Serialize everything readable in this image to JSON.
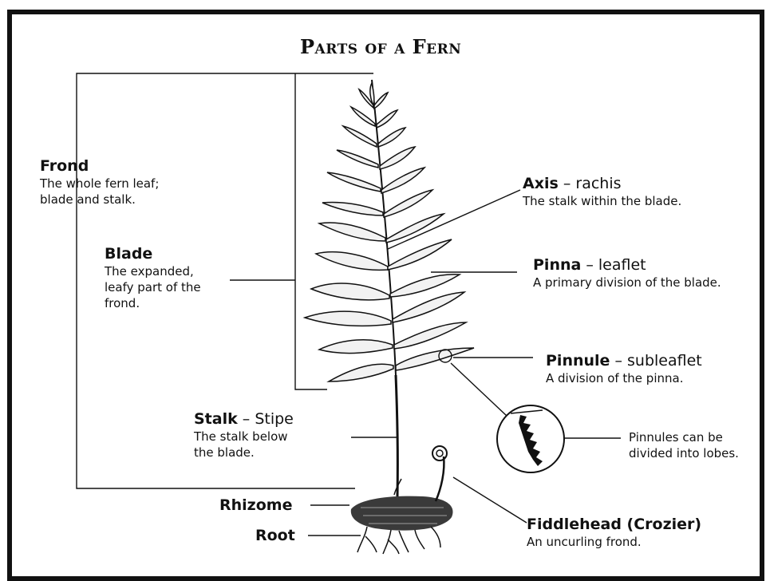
{
  "title": "Parts of a Fern",
  "labels": {
    "frond": {
      "name": "Frond",
      "desc": [
        "The whole fern leaf;",
        "blade and stalk."
      ]
    },
    "blade": {
      "name": "Blade",
      "desc": [
        "The expanded,",
        "leafy part of the",
        "frond."
      ]
    },
    "stalk": {
      "name": "Stalk",
      "tail": " – Stipe",
      "desc": [
        "The stalk below",
        "the blade."
      ]
    },
    "rhizome": {
      "name": "Rhizome"
    },
    "root": {
      "name": "Root"
    },
    "axis": {
      "name": "Axis",
      "tail": " – rachis",
      "desc": [
        "The stalk within the blade."
      ]
    },
    "pinna": {
      "name": "Pinna",
      "tail": " – leaflet",
      "desc": [
        "A primary division of the blade."
      ]
    },
    "pinnule": {
      "name": "Pinnule",
      "tail": " – subleaflet",
      "desc": [
        "A division of the pinna."
      ]
    },
    "lobes": {
      "desc": [
        "Pinnules can be",
        "divided into lobes."
      ]
    },
    "fiddlehead": {
      "name": "Fiddlehead (Crozier)",
      "desc": [
        "An uncurling frond."
      ]
    }
  },
  "colors": {
    "ink": "#111111",
    "rhizome": "#3a3a3a"
  }
}
